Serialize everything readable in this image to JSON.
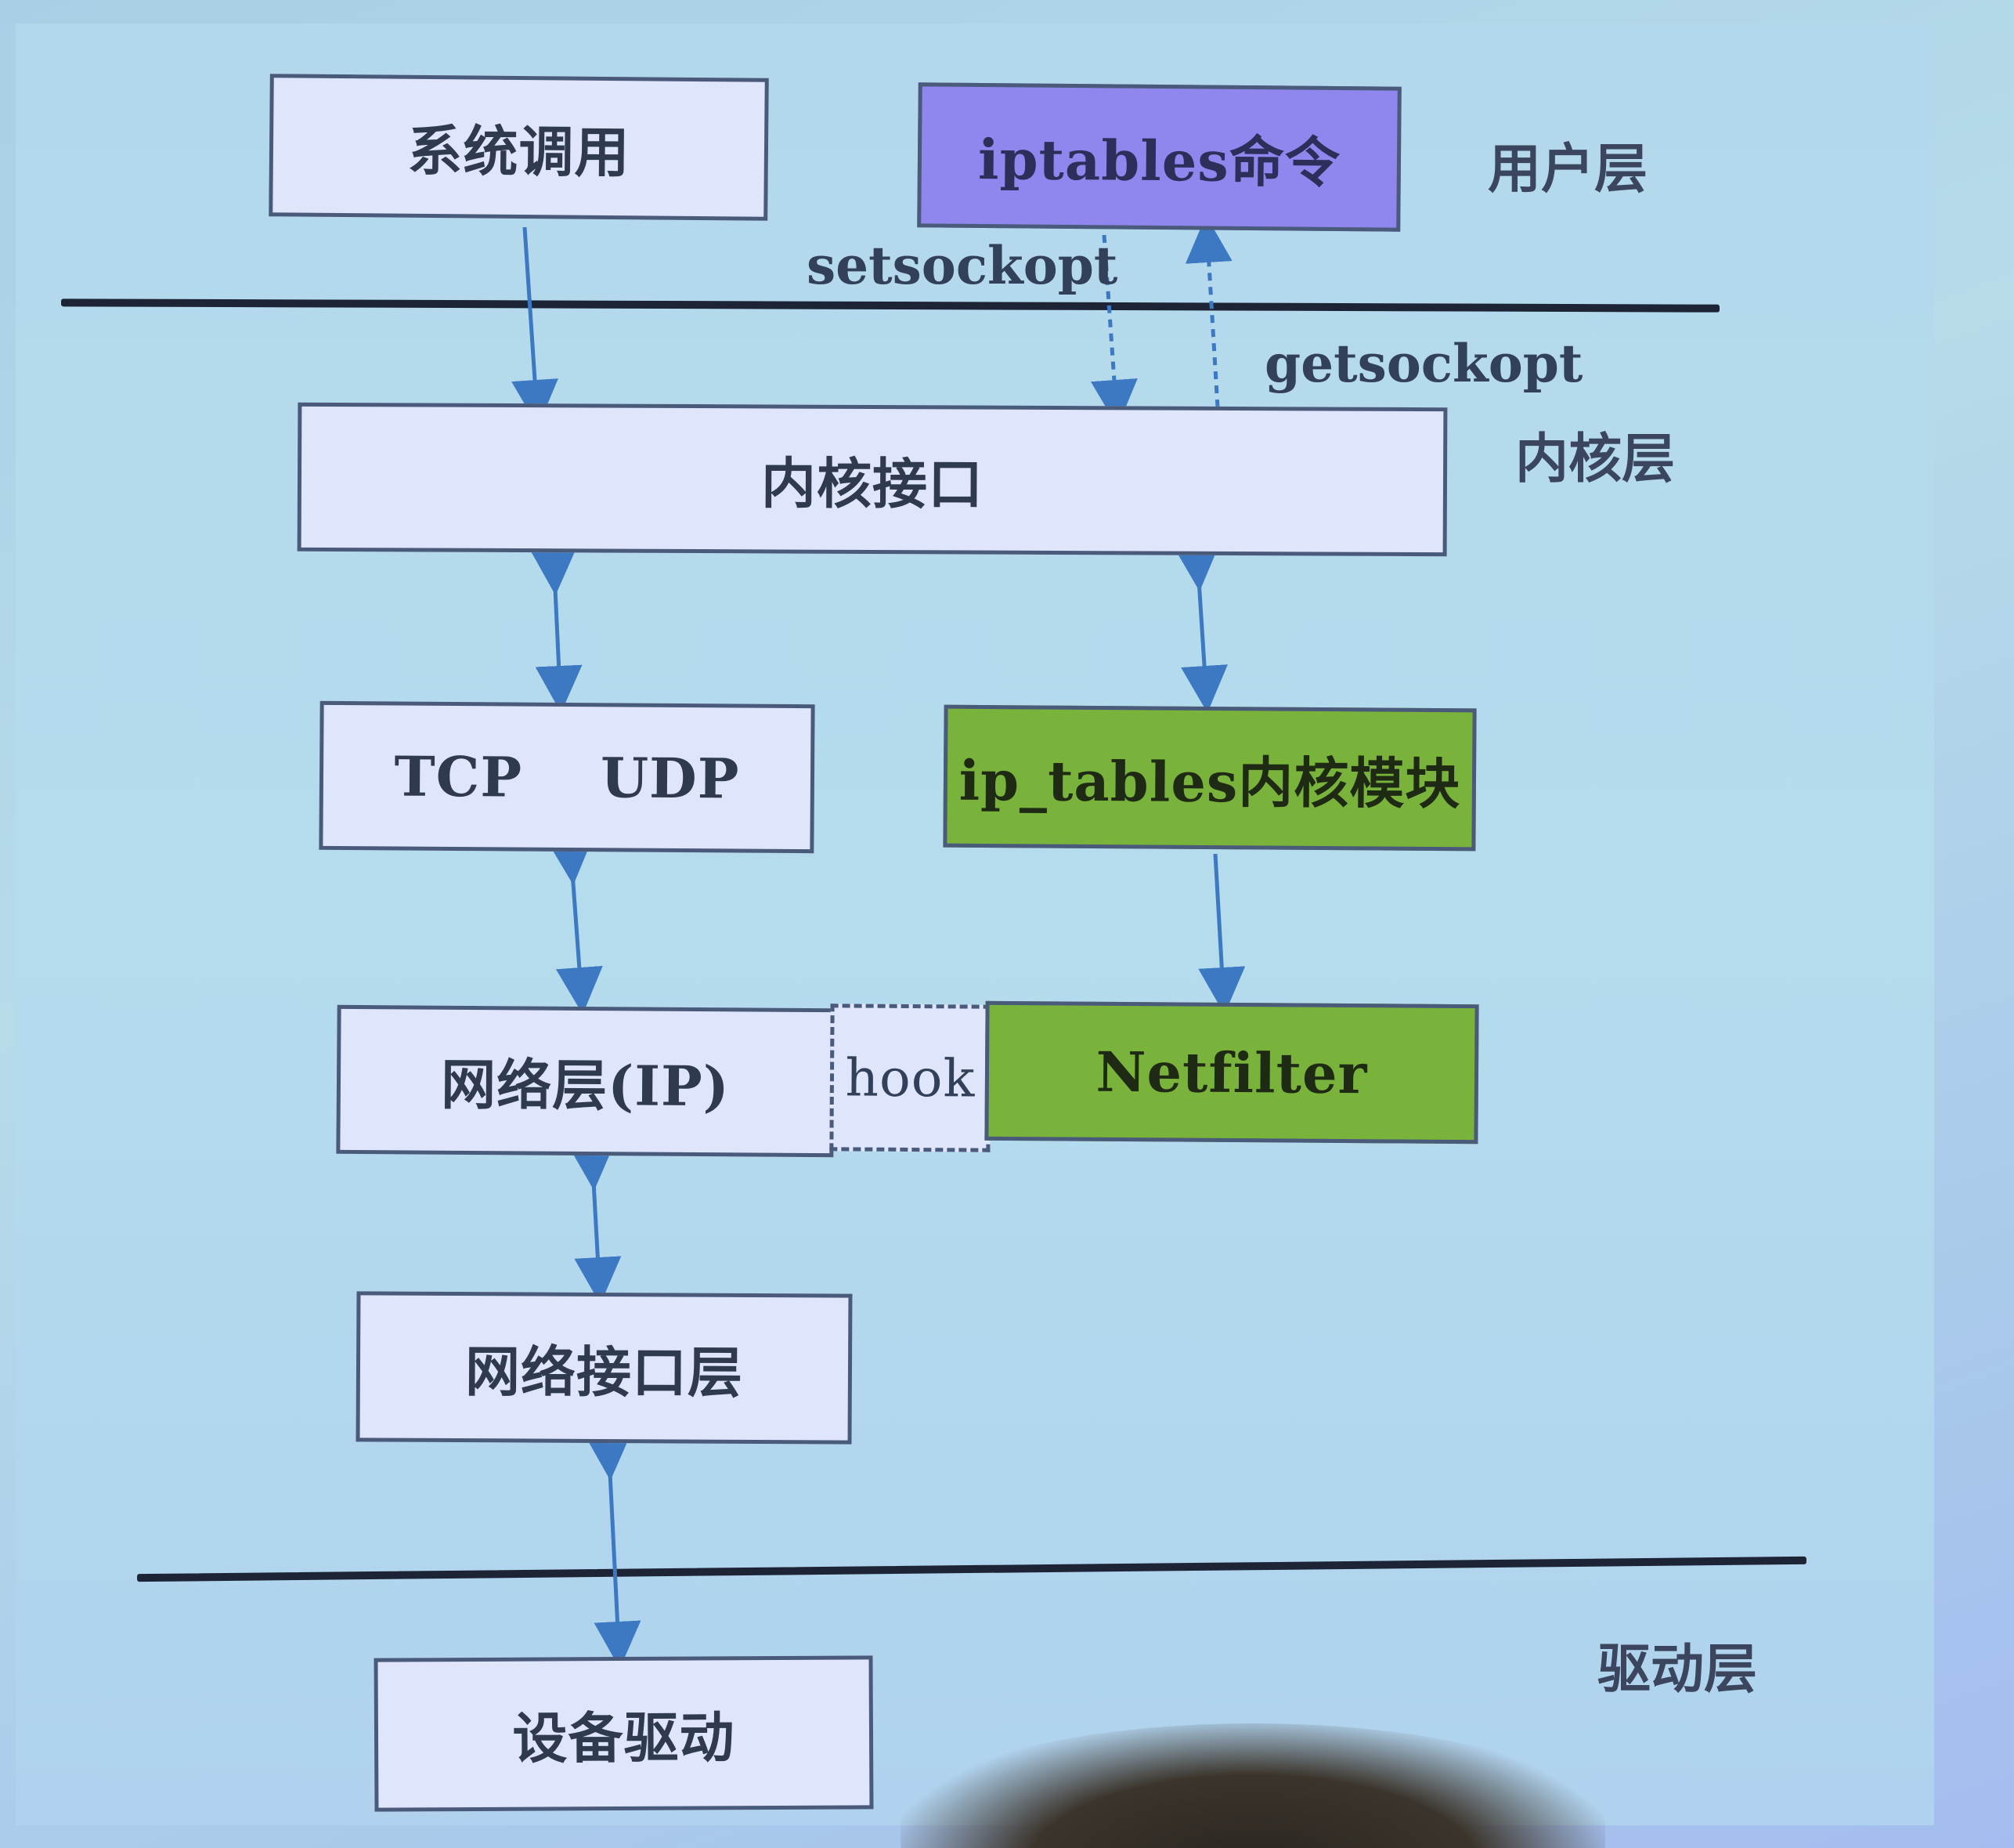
{
  "diagram": {
    "boxes": {
      "syscall": "系统调用",
      "iptables_cmd": "iptables命令",
      "kernel_interface": "内核接口",
      "tcp": "TCP",
      "udp": "UDP",
      "ip_tables_module": "ip_tables内核模块",
      "network_layer": "网络层(IP)",
      "hook": "hook",
      "netfilter": "Netfilter",
      "network_interface_layer": "网络接口层",
      "device_driver": "设备驱动"
    },
    "edge_labels": {
      "setsockopt": "setsockopt",
      "getsockopt": "getsockopt"
    },
    "layers": {
      "user": "用户层",
      "kernel": "内核层",
      "driver": "驱动层"
    },
    "colors": {
      "box_fill": "#dfe6fb",
      "iptables_fill": "#8f86ee",
      "green_fill": "#79b33c",
      "arrow": "#3d78c2",
      "divider": "#1c2436"
    }
  }
}
